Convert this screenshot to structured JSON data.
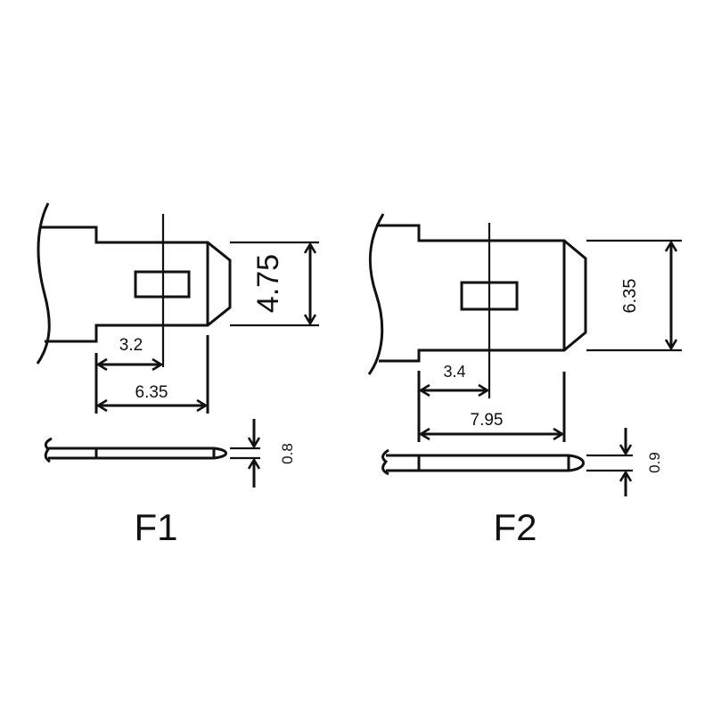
{
  "f1": {
    "label": "F1",
    "width_dim": "4.75",
    "hole_dim": "3.2",
    "length_dim": "6.35",
    "thickness_dim": "0.8"
  },
  "f2": {
    "label": "F2",
    "width_dim": "6.35",
    "hole_dim": "3.4",
    "length_dim": "7.95",
    "thickness_dim": "0.9"
  }
}
